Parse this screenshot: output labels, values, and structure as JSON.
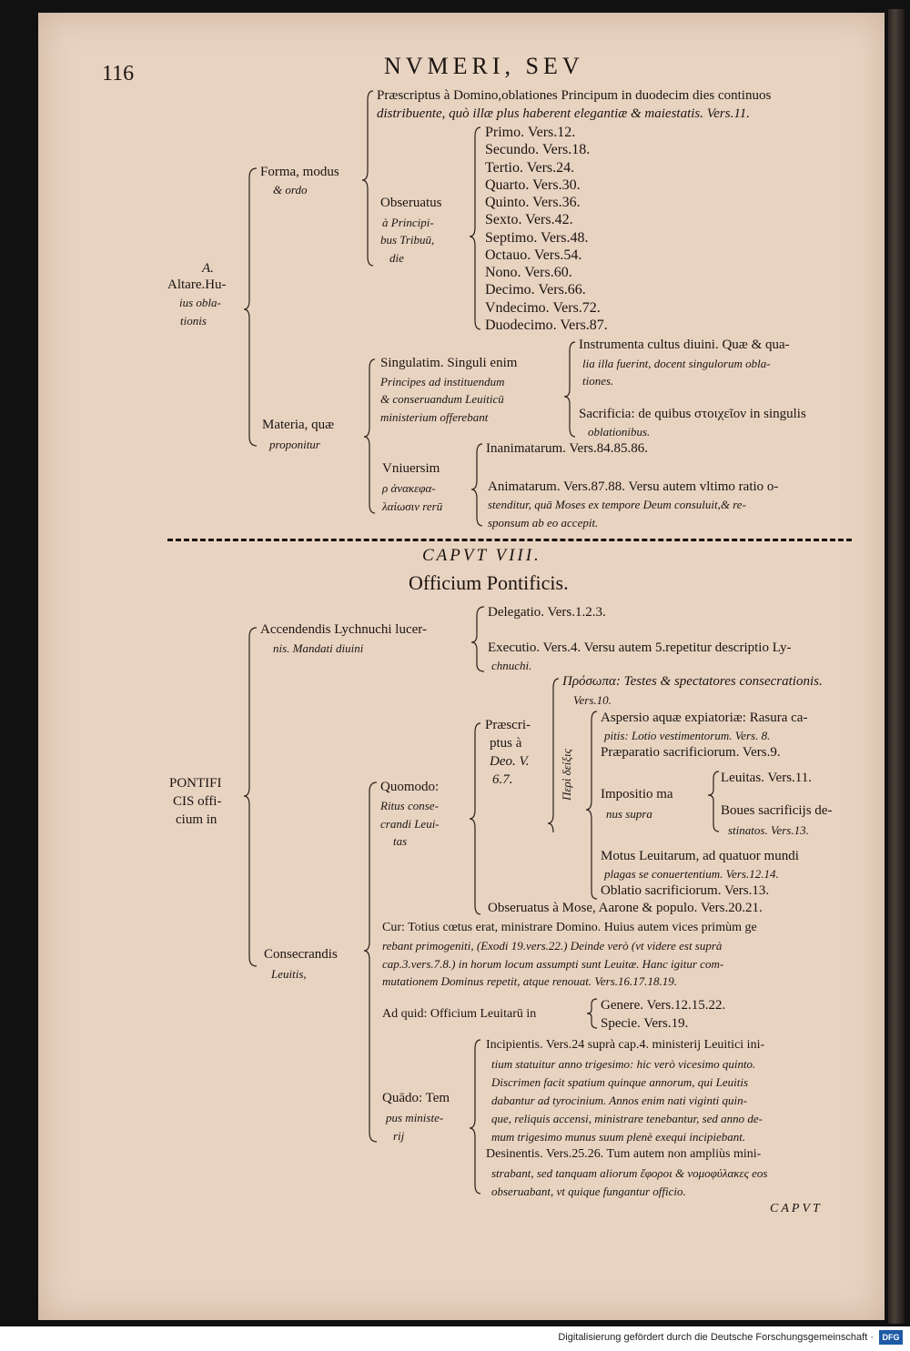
{
  "header": {
    "page_number": "116",
    "running_title": "NVMERI, SEV"
  },
  "section1": {
    "root": [
      "A.",
      "Altare.Hu-",
      "ius obla-",
      "tionis"
    ],
    "forma": [
      "Forma, modus",
      "& ordo"
    ],
    "praescriptus": [
      "Præscriptus à Domino,oblationes Principum in duodecim dies continuos",
      "distribuente, quò illæ plus haberent elegantiæ & maiestatis. Vers.11."
    ],
    "obseruatus": [
      "Obseruatus",
      "à Principi-",
      "bus Tribuū,",
      "die"
    ],
    "days": [
      "Primo. Vers.12.",
      "Secundo. Vers.18.",
      "Tertio. Vers.24.",
      "Quarto. Vers.30.",
      "Quinto. Vers.36.",
      "Sexto. Vers.42.",
      "Septimo. Vers.48.",
      "Octauo. Vers.54.",
      "Nono. Vers.60.",
      "Decimo. Vers.66.",
      "Vndecimo. Vers.72.",
      "Duodecimo. Vers.87."
    ],
    "materia": [
      "Materia, quæ",
      "proponitur"
    ],
    "singulatim": [
      "Singulatim. Singuli enim",
      "Principes ad instituendum",
      "& conseruandum Leuiticū",
      "ministerium offerebant"
    ],
    "instrumenta": [
      "Instrumenta cultus diuini. Quæ & qua-",
      "lia illa fuerint, docent singulorum obla-",
      "tiones."
    ],
    "sacrificia": [
      "Sacrificia: de quibus στοιχεῖον in singulis",
      "oblationibus."
    ],
    "vniuersim": [
      "Vniuersim",
      "ρ ἀνακεφα-",
      "λαίωσιν rerū"
    ],
    "inanimatarum": "Inanimatarum. Vers.84.85.86.",
    "animatarum": [
      "Animatarum. Vers.87.88. Versu autem vltimo ratio o-",
      "stenditur, quā Moses ex tempore Deum consuluit,& re-",
      "sponsum ab eo accepit."
    ]
  },
  "section2": {
    "caput": "CAPVT VIII.",
    "title": "Officium Pontificis.",
    "root": [
      "PONTIFI",
      "CIS offi-",
      "cium in"
    ],
    "accendendis": [
      "Accendendis Lychnuchi lucer-",
      "nis. Mandati diuini"
    ],
    "delegatio": "Delegatio. Vers.1.2.3.",
    "executio": [
      "Executio. Vers.4. Versu autem 5.repetitur descriptio Ly-",
      "chnuchi."
    ],
    "prosopa": [
      "Πρόσωπα: Testes & spectatores consecrationis.",
      "Vers.10."
    ],
    "praescriptus": [
      "Præscri-",
      "ptus à",
      "Deo. V.",
      "6.7."
    ],
    "vertical": "Περὶ δείξις",
    "aspersio": [
      "Aspersio aquæ expiatoriæ: Rasura ca-",
      "pitis: Lotio vestimentorum. Vers. 8."
    ],
    "praeparatio": "Præparatio sacrificiorum. Vers.9.",
    "impositio": [
      "Impositio ma",
      "nus supra"
    ],
    "leuitas": "Leuitas. Vers.11.",
    "boues": [
      "Boues sacrificijs de-",
      "stinatos. Vers.13."
    ],
    "motus": [
      "Motus Leuitarum, ad quatuor mundi",
      "plagas se conuertentium. Vers.12.14."
    ],
    "oblatio": "Oblatio sacrificiorum. Vers.13.",
    "quomodo": [
      "Quomodo:",
      "Ritus conse-",
      "crandi Leui-",
      "tas"
    ],
    "obseruatus": "Obseruatus à Mose, Aarone & populo. Vers.20.21.",
    "consecrandis": [
      "Consecrandis",
      "Leuitis,"
    ],
    "cur": [
      "Cur: Totius cœtus erat, ministrare Domino. Huius autem vices primùm ge",
      "rebant primogeniti, (Exodi 19.vers.22.) Deinde verò (vt videre est suprà",
      "cap.3.vers.7.8.) in horum locum assumpti sunt Leuitæ. Hanc igitur com-",
      "mutationem Dominus repetit, atque renouat. Vers.16.17.18.19."
    ],
    "adquid": "Ad quid: Officium Leuitarū in",
    "genere": "Genere. Vers.12.15.22.",
    "specie": "Specie. Vers.19.",
    "quado": [
      "Quādo: Tem",
      "pus ministe-",
      "rij"
    ],
    "incipientis": [
      "Incipientis. Vers.24 suprà cap.4. ministerij Leuitici ini-",
      "tium statuitur anno trigesimo: hic verò vicesimo quinto.",
      "Discrimen facit spatium quinque annorum, qui Leuitis",
      "dabantur ad tyrocinium. Annos enim nati viginti quin-",
      "que, reliquis accensi, ministrare tenebantur, sed anno de-",
      "mum trigesimo munus suum plenè exequi incipiebant."
    ],
    "desinentis": [
      "Desinentis. Vers.25.26. Tum autem non ampliùs mini-",
      "strabant, sed tanquam aliorum ἔφοροι & νομοφύλακες eos",
      "obseruabant, vt quique fungantur officio."
    ],
    "catchword": "CAPVT"
  },
  "footer": {
    "credit": "Digitalisierung gefördert durch die Deutsche Forschungsgemeinschaft ·",
    "logo": "DFG"
  }
}
